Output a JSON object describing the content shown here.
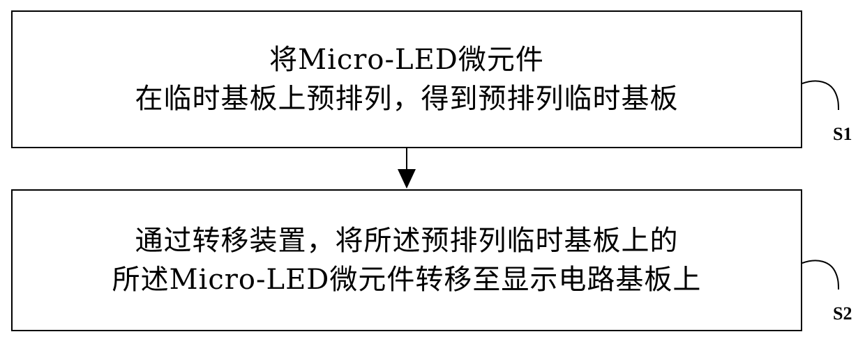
{
  "steps": [
    {
      "id": "S1",
      "lines": [
        "将Micro-LED微元件",
        "在临时基板上预排列，得到预排列临时基板"
      ]
    },
    {
      "id": "S2",
      "lines": [
        "通过转移装置，将所述预排列临时基板上的",
        "所述Micro-LED微元件转移至显示电路基板上"
      ]
    }
  ]
}
